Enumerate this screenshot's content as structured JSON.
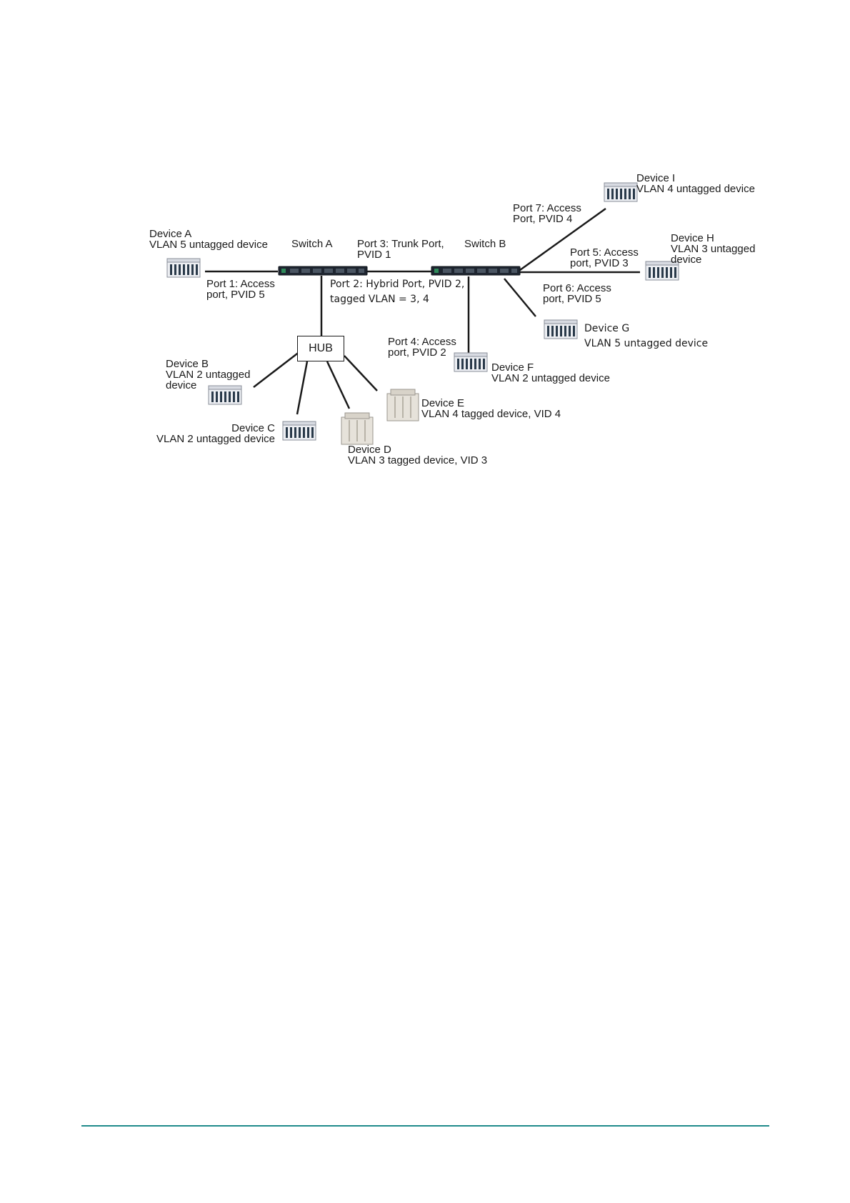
{
  "diagram": {
    "switches": {
      "a": {
        "label": "Switch A"
      },
      "b": {
        "label": "Switch B"
      }
    },
    "hub": {
      "label": "HUB"
    },
    "devices": {
      "a": {
        "name": "Device A",
        "desc": "VLAN 5 untagged device"
      },
      "b": {
        "name": "Device B",
        "desc_line1": "VLAN 2 untagged",
        "desc_line2": "device"
      },
      "c": {
        "name": "Device C",
        "desc": "VLAN 2 untagged device"
      },
      "d": {
        "name": "Device D",
        "desc": "VLAN 3 tagged device, VID 3"
      },
      "e": {
        "name": "Device E",
        "desc": "VLAN 4 tagged device, VID 4"
      },
      "f": {
        "name": "Device F",
        "desc": "VLAN 2 untagged device"
      },
      "g": {
        "name": "Device G",
        "desc": "VLAN 5 untagged device"
      },
      "h": {
        "name": "Device H",
        "desc_line1": "VLAN 3 untagged",
        "desc_line2": "device"
      },
      "i": {
        "name": "Device I",
        "desc": "VLAN 4 untagged device"
      }
    },
    "ports": {
      "p1": {
        "line1": "Port 1: Access",
        "line2": "port, PVID 5"
      },
      "p2": {
        "line1": "Port 2: Hybrid Port, PVID 2,",
        "line2": "tagged VLAN = 3, 4"
      },
      "p3": {
        "line1": "Port 3: Trunk Port,",
        "line2": "PVID 1"
      },
      "p4": {
        "line1": "Port 4: Access",
        "line2": "port, PVID 2"
      },
      "p5": {
        "line1": "Port 5: Access",
        "line2": "port, PVID 3"
      },
      "p6": {
        "line1": "Port 6: Access",
        "line2": "port, PVID 5"
      },
      "p7": {
        "line1": "Port 7: Access",
        "line2": "Port, PVID 4"
      }
    }
  },
  "footer": {
    "rule_color": "#1f8a8a"
  }
}
